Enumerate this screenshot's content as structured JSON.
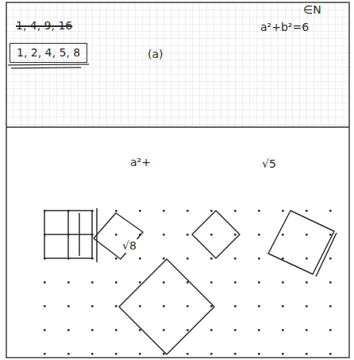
{
  "diagram": {
    "nodes": [
      {
        "text": [
          "1, 2, 4, 5, 8"
        ]
      }
    ],
    "labels": [
      "1, 4, 9, 16",
      "∈N",
      "a²+b²=6",
      "(a)",
      "a²+",
      "√5",
      "√8"
    ]
  }
}
